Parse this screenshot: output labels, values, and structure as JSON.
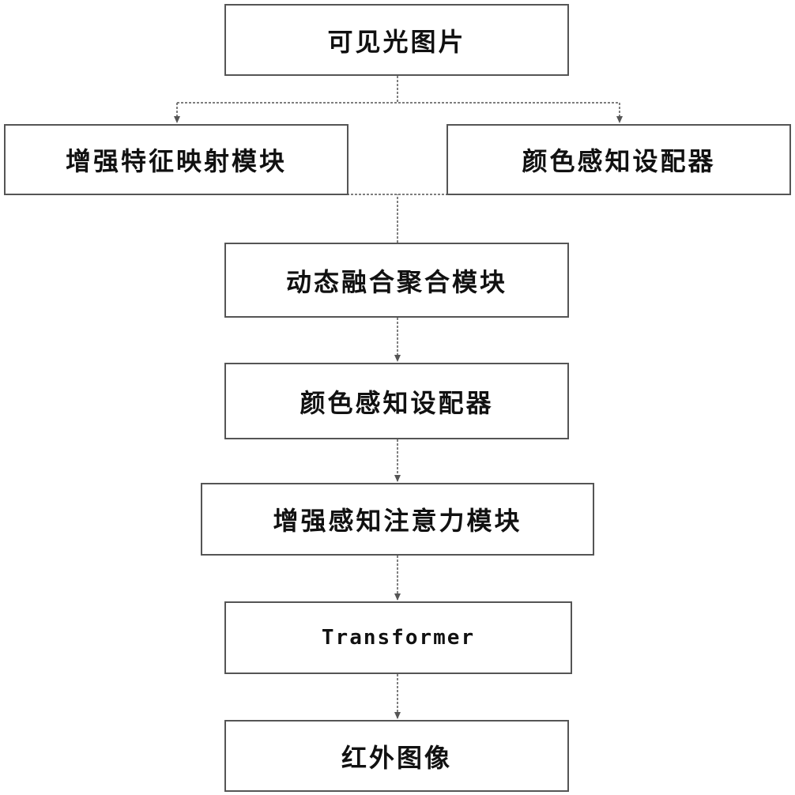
{
  "nodes": {
    "visible_image": "可见光图片",
    "feature_mapping": "增强特征映射模块",
    "color_adapter_top": "颜色感知设配器",
    "dynamic_fusion": "动态融合聚合模块",
    "color_adapter_mid": "颜色感知设配器",
    "attention": "增强感知注意力模块",
    "transformer": "Transformer",
    "infrared": "红外图像"
  },
  "edges": [
    {
      "from": "visible_image",
      "to": "feature_mapping"
    },
    {
      "from": "visible_image",
      "to": "color_adapter_top"
    },
    {
      "from": "dynamic_fusion",
      "to": "feature_mapping"
    },
    {
      "from": "dynamic_fusion",
      "to": "color_adapter_top"
    },
    {
      "from": "dynamic_fusion",
      "to": "color_adapter_mid"
    },
    {
      "from": "color_adapter_mid",
      "to": "attention"
    },
    {
      "from": "attention",
      "to": "transformer"
    },
    {
      "from": "transformer",
      "to": "infrared"
    }
  ],
  "colors": {
    "line": "#555555",
    "box_border": "#555555",
    "text": "#111111"
  }
}
